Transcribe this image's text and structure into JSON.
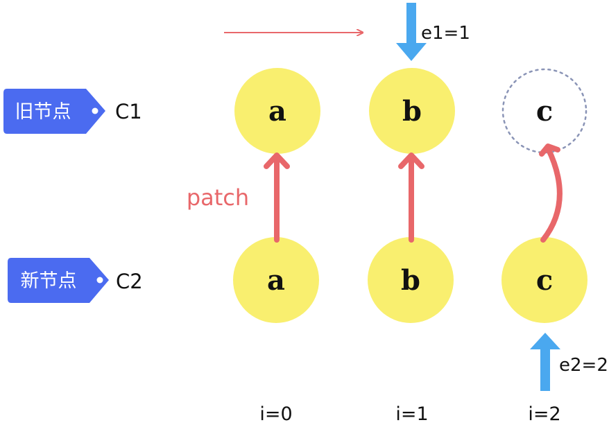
{
  "rows": {
    "old": {
      "tag": "旧节点",
      "label": "C1"
    },
    "new": {
      "tag": "新节点",
      "label": "C2"
    }
  },
  "old_nodes": [
    "a",
    "b",
    "c"
  ],
  "new_nodes": [
    "a",
    "b",
    "c"
  ],
  "patch_label": "patch",
  "pointers": {
    "e1": "e1=1",
    "e2": "e2=2"
  },
  "indices": [
    "i=0",
    "i=1",
    "i=2"
  ],
  "colors": {
    "tag": "#4b6bf0",
    "node_fill": "#f9ef6f",
    "patch_arrow": "#e8676a",
    "pointer_arrow": "#4aa8ef",
    "dashed_circle": "#8a94b6"
  }
}
